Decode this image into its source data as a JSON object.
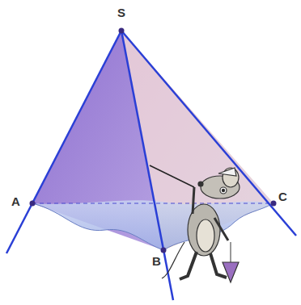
{
  "diagram": {
    "labels": [
      "S",
      "A",
      "B",
      "C"
    ]
  }
}
